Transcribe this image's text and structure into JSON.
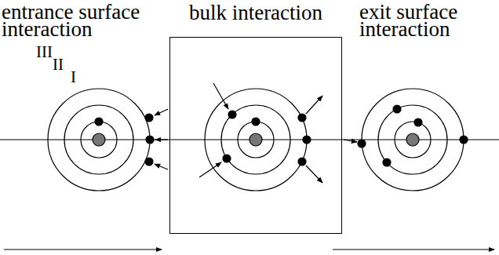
{
  "diagram": {
    "nodes": [
      {
        "text": [
          "bulk interaction"
        ]
      }
    ],
    "labels": [
      "entrance surface interaction",
      "III",
      "II",
      "I",
      "exit surface interaction"
    ]
  }
}
